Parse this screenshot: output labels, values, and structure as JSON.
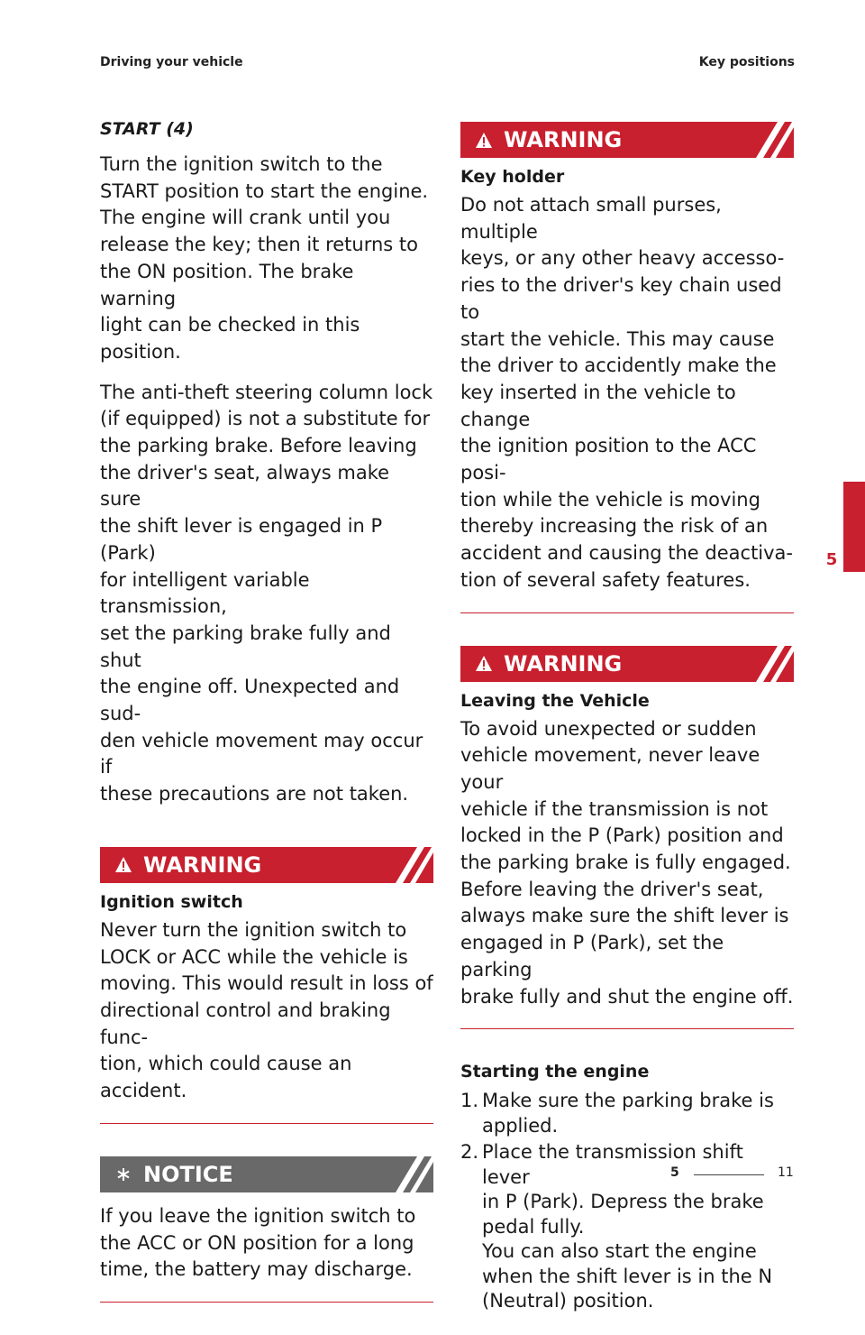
{
  "header": {
    "left": "Driving your vehicle",
    "right": "Key positions"
  },
  "left_column": {
    "section_title": "START (4)",
    "paragraphs": [
      "Turn the ignition switch to the\nSTART position to start the engine.\nThe engine will crank until you\nrelease the key; then it returns to\nthe ON position. The brake warning\nlight can be checked in this position.",
      "The anti-theft steering column lock\n(if equipped) is not a substitute for\nthe parking brake. Before leaving\nthe driver's seat, always make sure\nthe shift lever is engaged in P (Park)\nfor intelligent variable transmission,\nset the parking brake fully and shut\nthe engine off. Unexpected and sud-\nden vehicle movement may occur if\nthese precautions are not taken."
    ],
    "warning": {
      "label": "WARNING",
      "icon": "warning-triangle-icon",
      "subtitle": "Ignition switch",
      "text": "Never turn the ignition switch to\nLOCK or ACC while the vehicle is\nmoving. This would result in loss of\ndirectional control and braking func-\ntion, which could cause an accident."
    },
    "notice": {
      "label": "NOTICE",
      "icon": "asterisk-icon",
      "text": "If you leave the ignition switch to\nthe ACC or ON position for a long\ntime, the battery may discharge."
    }
  },
  "right_column": {
    "warning1": {
      "label": "WARNING",
      "icon": "warning-triangle-icon",
      "subtitle": "Key holder",
      "text": "Do not attach small purses, multiple\nkeys, or any other heavy accesso-\nries to the driver's key chain used to\nstart the vehicle. This may cause\nthe driver to accidently make the\nkey inserted in the vehicle to change\nthe ignition position to the ACC posi-\ntion while the vehicle is moving\nthereby increasing the risk of an\naccident and causing the deactiva-\ntion of several safety features."
    },
    "warning2": {
      "label": "WARNING",
      "icon": "warning-triangle-icon",
      "subtitle": "Leaving the Vehicle",
      "text": "To avoid unexpected or sudden\nvehicle movement, never leave your\nvehicle if the transmission is not\nlocked in the P (Park) position and\nthe parking brake is fully engaged.\nBefore leaving the driver's seat,\nalways make sure the shift lever is\nengaged in P (Park), set the parking\nbrake fully and shut the engine off."
    },
    "starting": {
      "title": "Starting the engine",
      "steps": [
        {
          "num": "1.",
          "text": "Make sure the parking brake is\napplied."
        },
        {
          "num": "2.",
          "text": "Place the transmission shift lever\nin P (Park). Depress the brake\npedal fully.\nYou can also start the engine\nwhen the shift lever is in the N\n(Neutral) position."
        }
      ]
    }
  },
  "chapter_tab": {
    "number": "5"
  },
  "footer": {
    "chapter": "5",
    "page": "11"
  },
  "colors": {
    "accent": "#c8202e",
    "notice": "#696969",
    "text": "#1a1a1a"
  }
}
